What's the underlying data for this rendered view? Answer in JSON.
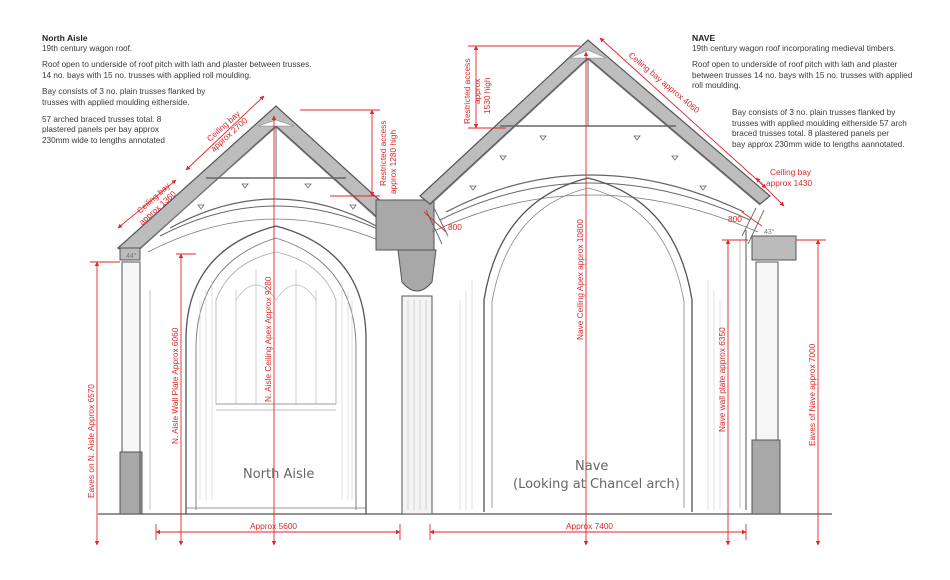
{
  "north_notes": {
    "title": "North Aisle",
    "subtitle": "19th century wagon roof.",
    "para1a": "Roof open to underside of roof pitch with lath and plaster between trusses.",
    "para1b": "14 no. bays with 15 no. trusses with applied roll moulding.",
    "para2a": "Bay consists of 3 no. plain trusses flanked by",
    "para2b": "trusses with applied moulding eitherside.",
    "para3a": "57 arched braced trusses total. 8",
    "para3b": "plastered panels per bay approx",
    "para3c": "230mm wide to lengths annotated"
  },
  "nave_notes": {
    "title": "NAVE",
    "subtitle": "19th century wagon roof incorporating medieval timbers.",
    "para1a": "Roof open to underside of roof pitch with lath and plaster",
    "para1b": "between trusses 14 no. bays with 15 no. trusses with applied",
    "para1c": "roll moulding.",
    "para2a": "Bay consists of 3 no. plain trusses flanked by",
    "para2b": "trusses with applied moulding eitherside 57 arch",
    "para2c": "braced trusses total. 8 plastered panels per",
    "para2d": "bay approx 230mm wide to lengths aannotated."
  },
  "dimensions": {
    "ceiling_bay_1360": [
      "Ceiling bay",
      "approx 1360"
    ],
    "ceiling_bay_2700": [
      "Ceiling bay",
      "approx 2700"
    ],
    "restricted_1280": [
      "Restricted access",
      "approx 1280 high"
    ],
    "restricted_1530": [
      "Restricted access",
      "approx",
      "1530 high"
    ],
    "ceiling_bay_4060": "Ceiling bay approx 4060",
    "ceiling_bay_1430": [
      "Ceiling bay",
      "approx 1430"
    ],
    "d800_left": "800",
    "d800_right": "800",
    "angle_left": "44°",
    "angle_right": "43°",
    "eaves_north": "Eaves on N. Aisle Approx 6570",
    "north_wall_plate": "N. Aisle Wall Plate Approx 6060",
    "north_ceiling_apex": "N. Aisle Ceiling Apex Approx 9280",
    "nave_ceiling_apex": "Nave Ceiling Apex approx 10800",
    "nave_wall_plate": "Nave wall plate approx 6350",
    "eaves_nave": "Eaves of Nave approx 7000",
    "width_north": "Approx 5600",
    "width_nave": "Approx 7400"
  },
  "labels": {
    "north_aisle": "North Aisle",
    "nave_line1": "Nave",
    "nave_line2": "(Looking at Chancel arch)"
  },
  "colors": {
    "dimension": "#e0262a",
    "line": "#555555",
    "masonry": "#a8a8a8"
  }
}
